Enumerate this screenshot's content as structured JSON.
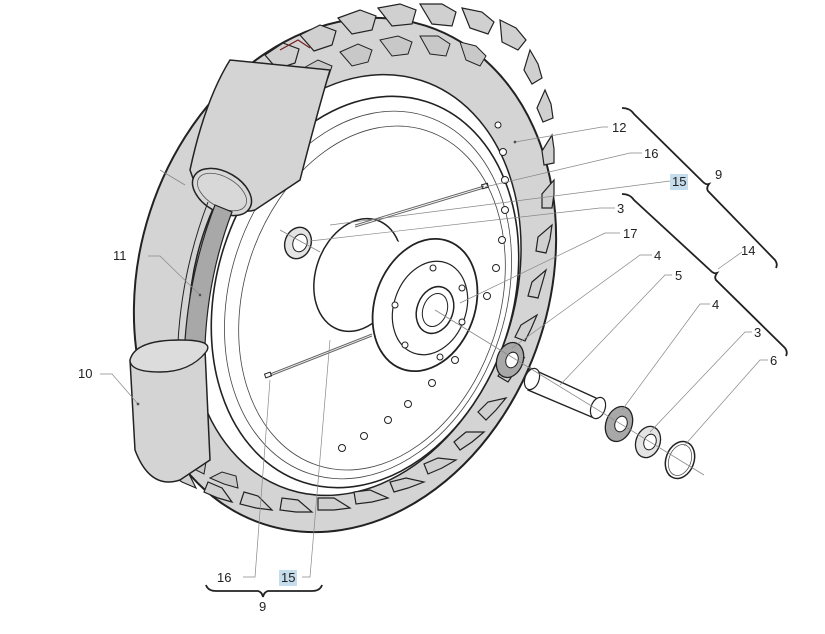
{
  "diagram": {
    "title": "Wheel assembly exploded view",
    "highlight_color": "#c5dced",
    "callouts": [
      {
        "id": "c12",
        "text": "12"
      },
      {
        "id": "c16a",
        "text": "16"
      },
      {
        "id": "c15a",
        "text": "15",
        "highlighted": true
      },
      {
        "id": "c3a",
        "text": "3"
      },
      {
        "id": "c17",
        "text": "17"
      },
      {
        "id": "c4a",
        "text": "4"
      },
      {
        "id": "c5",
        "text": "5"
      },
      {
        "id": "c4b",
        "text": "4"
      },
      {
        "id": "c3b",
        "text": "3"
      },
      {
        "id": "c6",
        "text": "6"
      },
      {
        "id": "c9a",
        "text": "9"
      },
      {
        "id": "c14",
        "text": "14"
      },
      {
        "id": "c11",
        "text": "11"
      },
      {
        "id": "c10",
        "text": "10"
      },
      {
        "id": "c16b",
        "text": "16"
      },
      {
        "id": "c15b",
        "text": "15",
        "highlighted": true
      },
      {
        "id": "c9b",
        "text": "9"
      }
    ]
  }
}
